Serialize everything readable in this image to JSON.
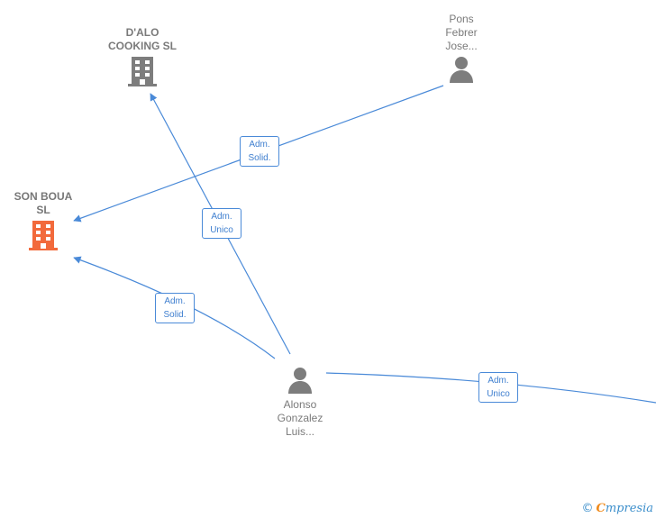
{
  "nodes": {
    "son_boua": {
      "label": "SON BOUA\nSL",
      "type": "company",
      "highlight": true
    },
    "dalo_cooking": {
      "label": "D'ALO\nCOOKING  SL",
      "type": "company",
      "highlight": false
    },
    "pons_febrer": {
      "label": "Pons\nFebrer\nJose...",
      "type": "person"
    },
    "alonso_gonzalez": {
      "label": "Alonso\nGonzalez\nLuis...",
      "type": "person"
    }
  },
  "edges": [
    {
      "label": "Adm.\nSolid.",
      "from": "pons_febrer",
      "to": "son_boua"
    },
    {
      "label": "Adm.\nUnico",
      "from": "alonso_gonzalez",
      "to": "dalo_cooking"
    },
    {
      "label": "Adm.\nSolid.",
      "from": "alonso_gonzalez",
      "to": "son_boua"
    },
    {
      "label": "Adm.\nUnico",
      "from": "alonso_gonzalez",
      "to": "offscreen"
    }
  ],
  "footer": {
    "copyright": "©",
    "brand_initial": "C",
    "brand_rest": "mpresia"
  },
  "colors": {
    "edge": "#4a8ad8",
    "company_highlight": "#f26a3c",
    "company": "#7d7d7d",
    "person": "#7d7d7d"
  }
}
